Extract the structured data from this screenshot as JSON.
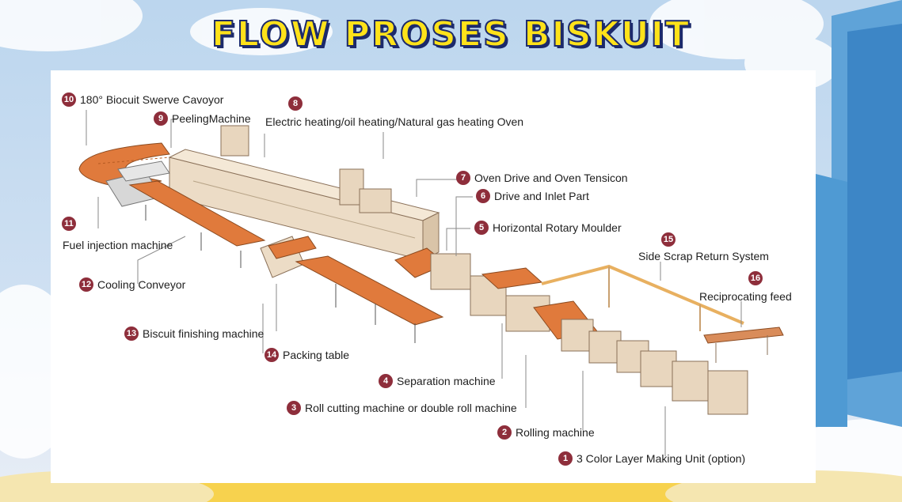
{
  "title": "FLOW PROSES BISKUIT",
  "colors": {
    "badge": "#8e2e3b",
    "title_fill": "#ffe21a",
    "title_outline": "#1c2a6b",
    "conveyor": "#e07a3c",
    "machine": "#e8d8c4"
  },
  "labels": [
    {
      "num": "1",
      "text": "3 Color Layer Making Unit (option)"
    },
    {
      "num": "2",
      "text": "Rolling machine"
    },
    {
      "num": "3",
      "text": "Roll cutting machine or double roll machine"
    },
    {
      "num": "4",
      "text": "Separation machine"
    },
    {
      "num": "5",
      "text": "Horizontal Rotary Moulder"
    },
    {
      "num": "6",
      "text": "Drive and Inlet Part"
    },
    {
      "num": "7",
      "text": "Oven Drive and Oven Tensicon"
    },
    {
      "num": "8",
      "text": "Electric heating/oil heating/Natural gas heating Oven"
    },
    {
      "num": "9",
      "text": "PeelingMachine"
    },
    {
      "num": "10",
      "text": "180° Biocuit Swerve Cavoyor"
    },
    {
      "num": "11",
      "text": "Fuel injection machine"
    },
    {
      "num": "12",
      "text": "Cooling Conveyor"
    },
    {
      "num": "13",
      "text": "Biscuit finishing machine"
    },
    {
      "num": "14",
      "text": "Packing table"
    },
    {
      "num": "15",
      "text": "Side Scrap Return System"
    },
    {
      "num": "16",
      "text": "Reciprocating feed"
    }
  ]
}
